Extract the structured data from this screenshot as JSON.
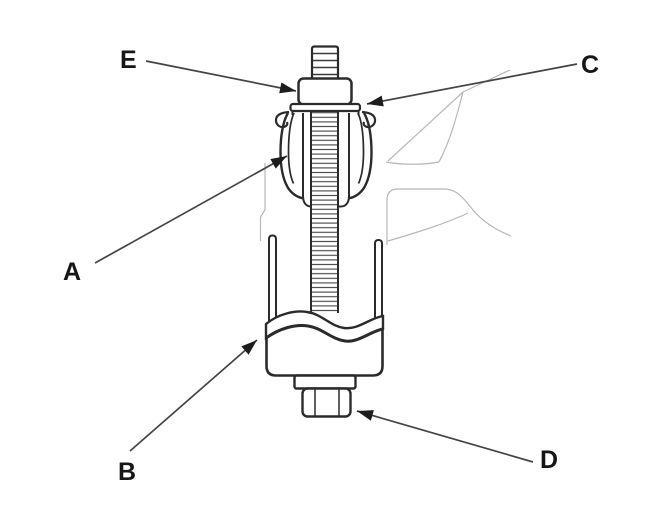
{
  "figure": {
    "callouts": [
      {
        "id": "A",
        "label": "A"
      },
      {
        "id": "B",
        "label": "B"
      },
      {
        "id": "C",
        "label": "C"
      },
      {
        "id": "D",
        "label": "D"
      },
      {
        "id": "E",
        "label": "E"
      }
    ],
    "colors": {
      "background": "#ffffff",
      "outline": "#2b2b2b",
      "thread_line": "#4a4a4a",
      "leader_line": "#444444",
      "arrowhead": "#1d1d1d",
      "faint_structure": "#b8b8b8",
      "label_text": "#161616"
    }
  }
}
